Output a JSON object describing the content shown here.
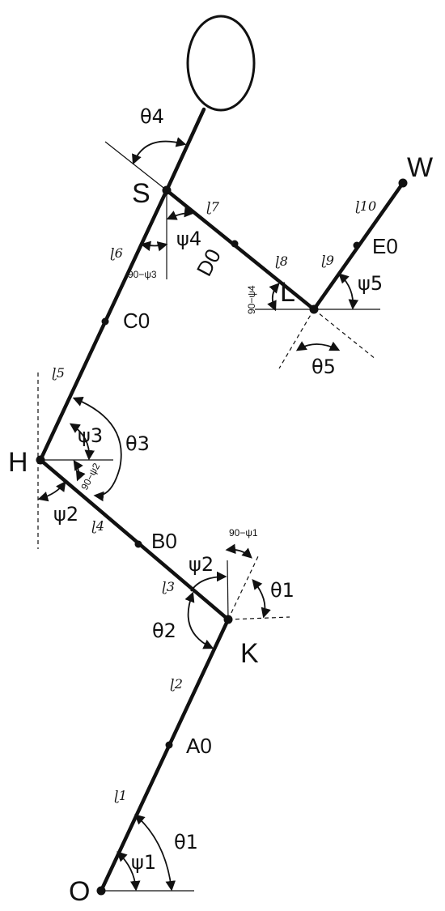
{
  "joints": {
    "O": "O",
    "K": "K",
    "H": "H",
    "S": "S",
    "L": "L",
    "W": "W"
  },
  "links": {
    "l1": "ɭ1",
    "l2": "ɭ2",
    "l3": "ɭ3",
    "l4": "ɭ4",
    "l5": "ɭ5",
    "l6": "ɭ6",
    "l7": "ɭ7",
    "l8": "ɭ8",
    "l9": "ɭ9",
    "l10": "ɭ10"
  },
  "mass_points": {
    "A0": "A0",
    "B0": "B0",
    "C0": "C0",
    "D0": "D0",
    "E0": "E0"
  },
  "angles": {
    "theta1_ankle": "θ1",
    "psi1_ankle": "ψ1",
    "theta1_knee": "θ1",
    "theta2": "θ2",
    "psi2_knee": "ψ2",
    "ninety_minus_psi1": "90−ψ1",
    "psi2_hip": "ψ2",
    "ninety_minus_psi2": "90−ψ2",
    "psi3": "ψ3",
    "theta3": "θ3",
    "psi4": "ψ4",
    "ninety_minus_psi3": "90−ψ3",
    "theta4": "θ4",
    "ninety_minus_psi4": "90−ψ4",
    "psi5": "ψ5",
    "theta5": "θ5"
  }
}
